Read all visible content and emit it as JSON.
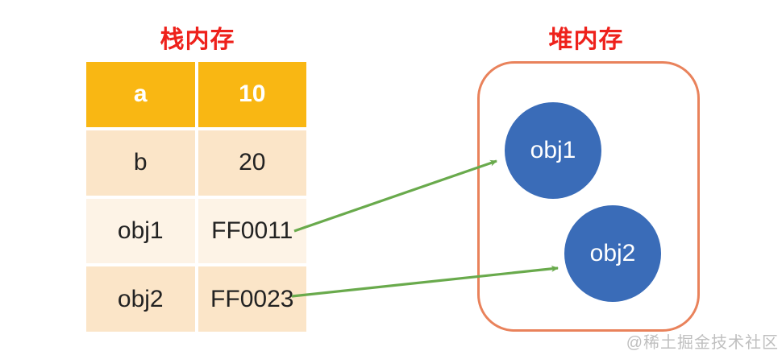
{
  "stack": {
    "title": "栈内存",
    "rows": [
      {
        "name": "a",
        "value": "10"
      },
      {
        "name": "b",
        "value": "20"
      },
      {
        "name": "obj1",
        "value": "FF0011"
      },
      {
        "name": "obj2",
        "value": "FF0023"
      }
    ]
  },
  "heap": {
    "title": "堆内存",
    "objects": [
      {
        "label": "obj1"
      },
      {
        "label": "obj2"
      }
    ]
  },
  "references": [
    {
      "from_variable": "obj1",
      "from_value": "FF0011",
      "to_object": "obj1"
    },
    {
      "from_variable": "obj2",
      "from_value": "FF0023",
      "to_object": "obj2"
    }
  ],
  "watermark": "@稀土掘金技术社区",
  "colors": {
    "title_red": "#ee211b",
    "table_header_gold": "#f9b713",
    "table_band_dark": "#fbe5c8",
    "table_band_light": "#fdf3e6",
    "heap_border_coral": "#e9825b",
    "object_blue": "#3a6cb8",
    "arrow_green": "#69aa4c",
    "watermark_gray": "#bfbfbf"
  }
}
